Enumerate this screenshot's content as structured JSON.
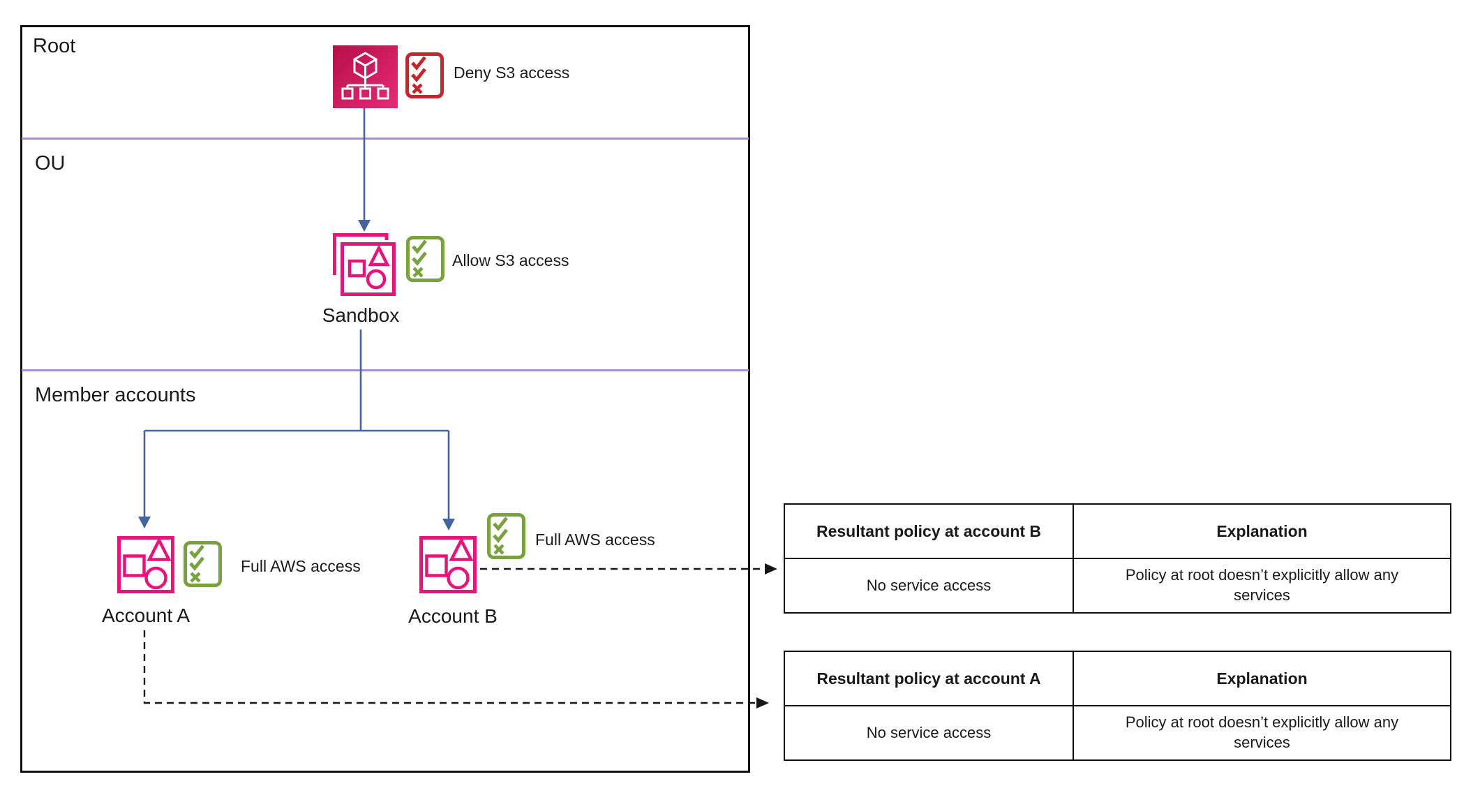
{
  "org_chart": {
    "sections": [
      {
        "label": "Root"
      },
      {
        "label": "OU"
      },
      {
        "label": "Member accounts"
      }
    ],
    "root": {
      "icon": "aws-organizations-icon",
      "policy": {
        "label": "Deny S3 access",
        "type": "deny"
      }
    },
    "sandbox_ou": {
      "label": "Sandbox",
      "icon": "organizational-unit-icon",
      "policy": {
        "label": "Allow S3 access",
        "type": "allow"
      }
    },
    "accounts": [
      {
        "label": "Account A",
        "icon": "account-icon",
        "policy": {
          "label": "Full AWS access",
          "type": "allow"
        }
      },
      {
        "label": "Account B",
        "icon": "account-icon",
        "policy": {
          "label": "Full AWS access",
          "type": "allow"
        }
      }
    ]
  },
  "tables": [
    {
      "headers": [
        "Resultant policy at account B",
        "Explanation"
      ],
      "rows": [
        [
          "No service access",
          "Policy at root doesn’t explicitly allow any services"
        ]
      ]
    },
    {
      "headers": [
        "Resultant policy at account A",
        "Explanation"
      ],
      "rows": [
        [
          "No service access",
          "Policy at root doesn’t explicitly allow any services"
        ]
      ]
    }
  ],
  "colors": {
    "pink": "#E7157B",
    "pink_gradient_start": "#B51048",
    "pink_gradient_end": "#E92A76",
    "deny_red": "#C5262E",
    "allow_green": "#79A13F",
    "connector_blue": "#44639F",
    "divider_purple": "#B283E6",
    "line_black": "#111111"
  }
}
